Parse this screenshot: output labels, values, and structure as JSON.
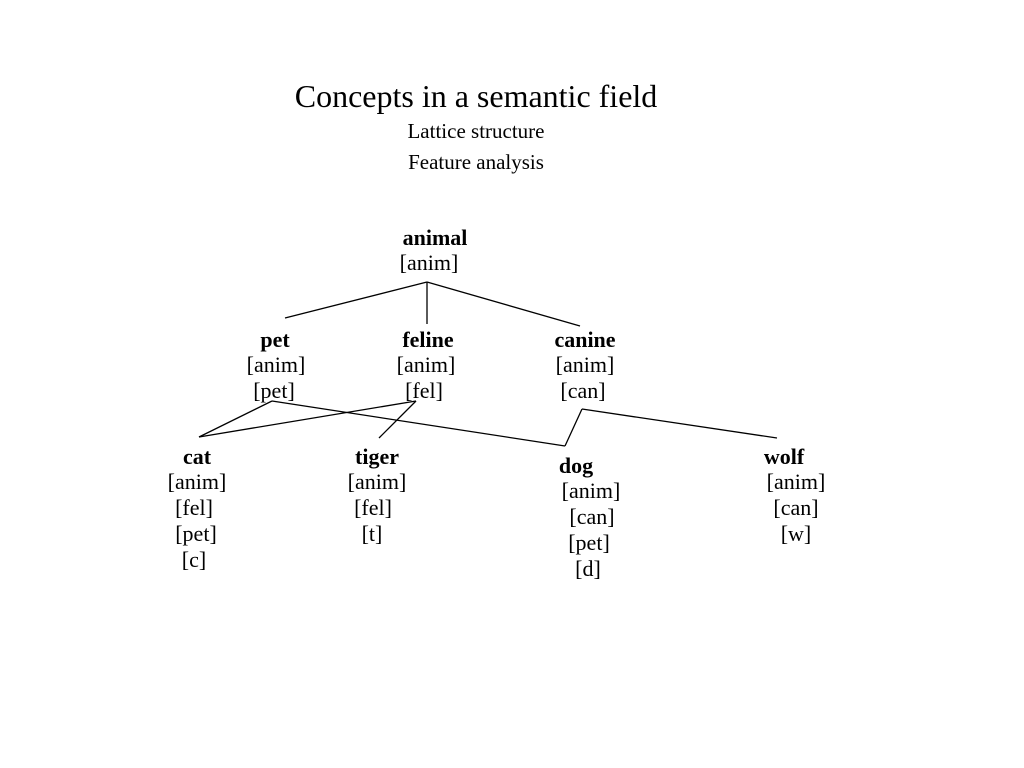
{
  "header": {
    "title": "Concepts in a semantic field",
    "subtitle_1": "Lattice structure",
    "subtitle_2": "Feature analysis"
  },
  "nodes": {
    "animal": {
      "name": "animal",
      "features": [
        "[anim]"
      ]
    },
    "pet": {
      "name": "pet",
      "features": [
        "[anim]",
        "[pet]"
      ]
    },
    "feline": {
      "name": "feline",
      "features": [
        "[anim]",
        "[fel]"
      ]
    },
    "canine": {
      "name": "canine",
      "features": [
        "[anim]",
        "[can]"
      ]
    },
    "cat": {
      "name": "cat",
      "features": [
        "[anim]",
        "[fel]",
        "[pet]",
        "[c]"
      ]
    },
    "tiger": {
      "name": "tiger",
      "features": [
        "[anim]",
        "[fel]",
        "[t]"
      ]
    },
    "dog": {
      "name": "dog",
      "features": [
        "[anim]",
        "[can]",
        "[pet]",
        "[d]"
      ]
    },
    "wolf": {
      "name": "wolf",
      "features": [
        "[anim]",
        "[can]",
        "[w]"
      ]
    }
  },
  "edges": [
    {
      "from": "animal",
      "to": "pet"
    },
    {
      "from": "animal",
      "to": "feline"
    },
    {
      "from": "animal",
      "to": "canine"
    },
    {
      "from": "pet",
      "to": "cat"
    },
    {
      "from": "pet",
      "to": "dog"
    },
    {
      "from": "feline",
      "to": "cat"
    },
    {
      "from": "feline",
      "to": "tiger"
    },
    {
      "from": "canine",
      "to": "dog"
    },
    {
      "from": "canine",
      "to": "wolf"
    }
  ],
  "colors": {
    "text": "#000000",
    "lines": "#000000",
    "background": "#ffffff"
  }
}
